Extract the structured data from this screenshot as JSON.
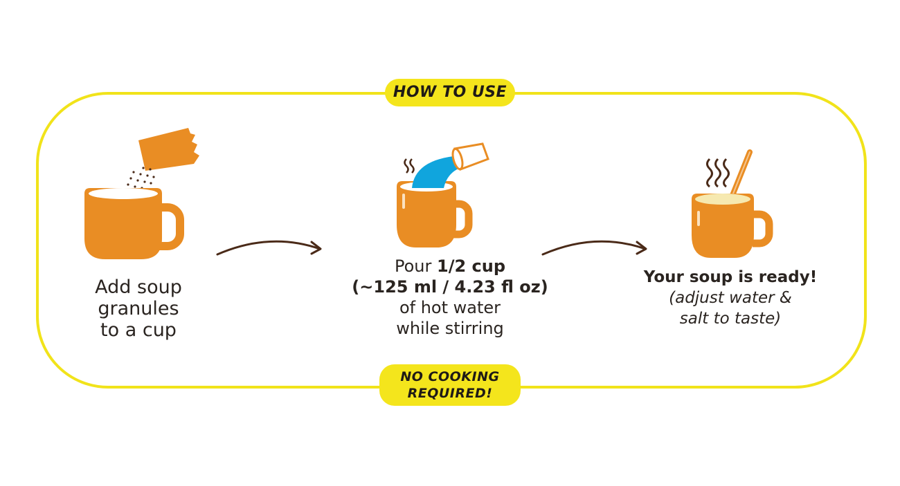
{
  "header": {
    "badge": "HOW TO USE"
  },
  "footer": {
    "badge_line1": "NO COOKING",
    "badge_line2": "REQUIRED!"
  },
  "colors": {
    "border": "#f1e31a",
    "badge": "#f4e51c",
    "mug": "#e98d24",
    "water": "#10a5dd",
    "arrow": "#4a2a18",
    "steam": "#4a2a18",
    "soup": "#f6e9b0"
  },
  "steps": [
    {
      "icon": "mug-with-sachet-icon",
      "lines": [
        "Add soup",
        "granules",
        "to a cup"
      ]
    },
    {
      "icon": "mug-pouring-water-icon",
      "line1_normal": "Pour ",
      "line1_bold": "1/2 cup",
      "line2_bold": "(~125 ml / 4.23 fl oz)",
      "line3": "of hot water",
      "line4": "while stirring"
    },
    {
      "icon": "mug-with-soup-icon",
      "title": "Your soup is ready!",
      "note_line1": "(adjust water &",
      "note_line2": "salt to taste)"
    }
  ],
  "arrows": [
    {
      "icon": "arrow-right-icon"
    },
    {
      "icon": "arrow-right-icon"
    }
  ]
}
